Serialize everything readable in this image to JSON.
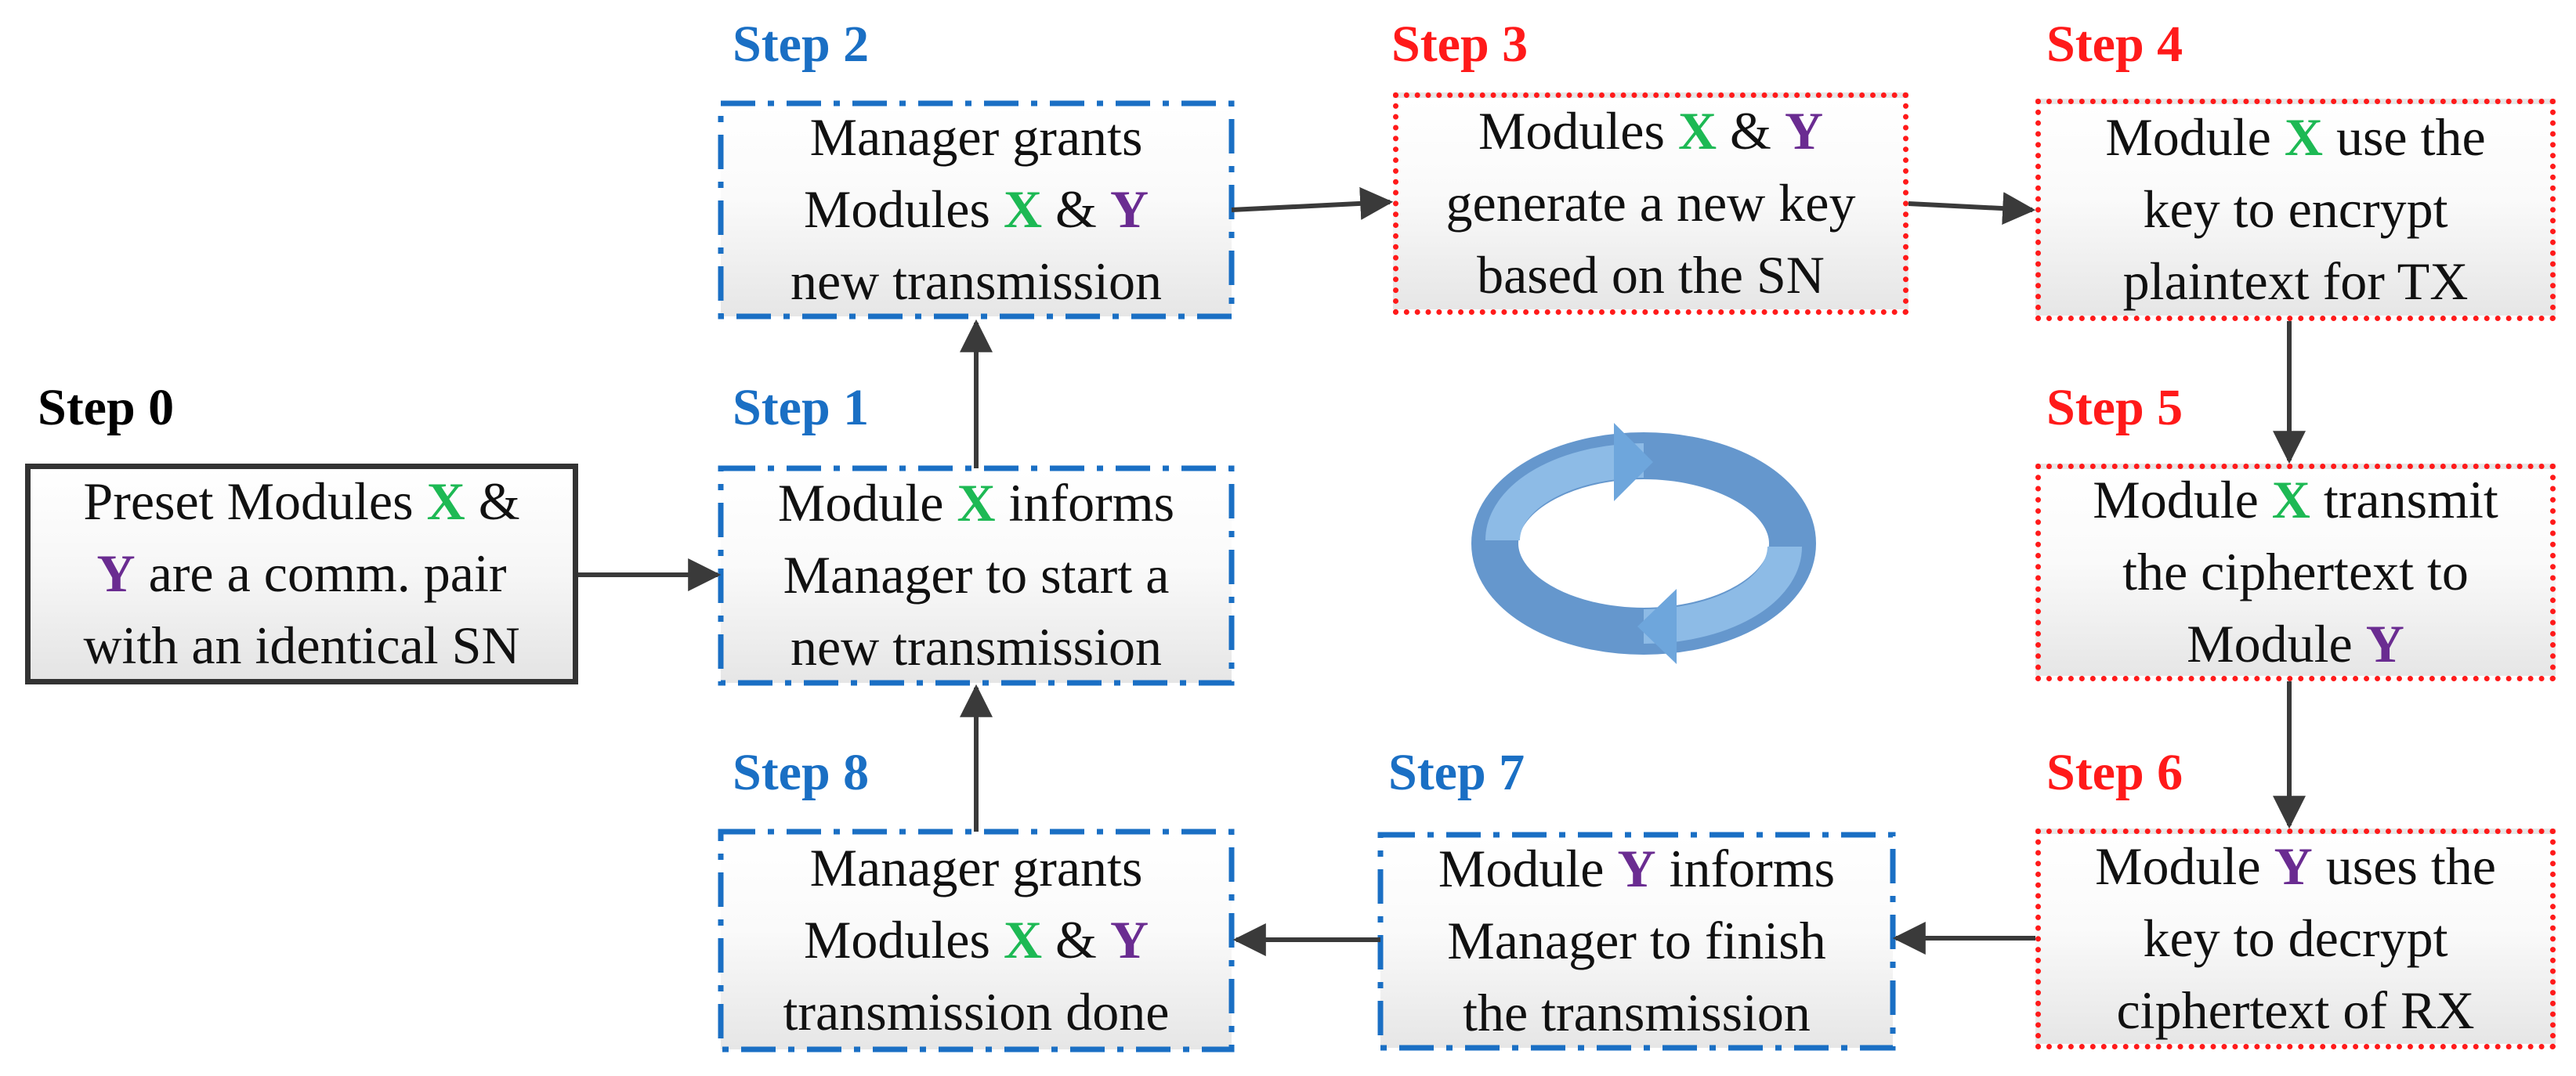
{
  "colors": {
    "blue_accent": "#1a6fc4",
    "red_accent": "#ff1a1a",
    "x_color": "#1db954",
    "y_color": "#6a2c91",
    "arrow": "#3a3a3a",
    "cycle_icon": "#5b9bd5"
  },
  "steps": {
    "s0": {
      "label": "Step 0",
      "t1": "Preset Modules ",
      "x": "X",
      "t2": " &",
      "y": "Y",
      "t3": " are a comm. pair",
      "t4": "with an identical SN"
    },
    "s1": {
      "label": "Step 1",
      "t1": "Module ",
      "x": "X",
      "t2": " informs",
      "t3": "Manager to start a",
      "t4": "new transmission"
    },
    "s2": {
      "label": "Step 2",
      "t1": "Manager grants",
      "t2": "Modules ",
      "x": "X",
      "amp": " & ",
      "y": "Y",
      "t3": "new transmission"
    },
    "s3": {
      "label": "Step 3",
      "t1": "Modules ",
      "x": "X",
      "amp": " & ",
      "y": "Y",
      "t2": "generate a new key",
      "t3": "based on the SN"
    },
    "s4": {
      "label": "Step 4",
      "t1": "Module ",
      "x": "X",
      "t2": " use the",
      "t3": "key to encrypt",
      "t4": "plaintext for TX"
    },
    "s5": {
      "label": "Step 5",
      "t1": "Module ",
      "x": "X",
      "t2": " transmit",
      "t3": "the ciphertext to",
      "t4": "Module ",
      "y": "Y"
    },
    "s6": {
      "label": "Step 6",
      "t1": "Module ",
      "y": "Y",
      "t2": " uses the",
      "t3": "key to decrypt",
      "t4": "ciphertext of RX"
    },
    "s7": {
      "label": "Step 7",
      "t1": "Module ",
      "y": "Y",
      "t2": " informs",
      "t3": "Manager to finish",
      "t4": "the transmission"
    },
    "s8": {
      "label": "Step 8",
      "t1": "Manager grants",
      "t2": "Modules ",
      "x": "X",
      "amp": " & ",
      "y": "Y",
      "t3": "transmission done"
    }
  },
  "icons": {
    "center": "cycle-arrows-icon"
  }
}
